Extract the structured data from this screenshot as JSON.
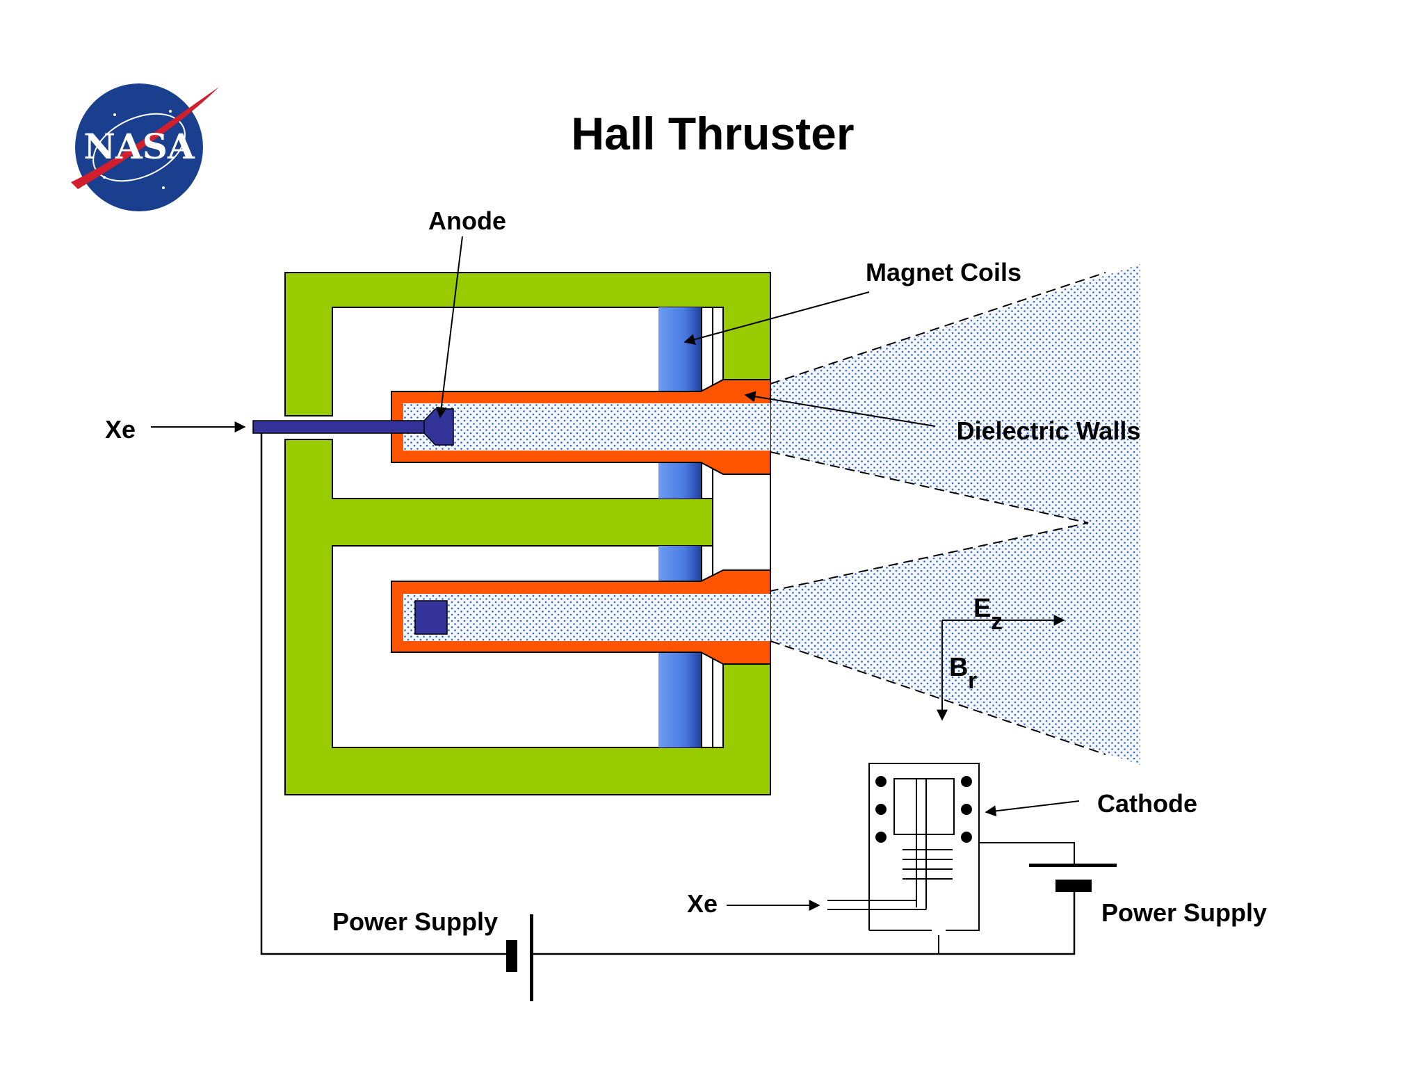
{
  "title": "Hall Thruster",
  "logo": {
    "text": "NASA",
    "colors": {
      "disc": "#1a3f8f",
      "swoosh": "#d21f2e",
      "text": "#ffffff"
    }
  },
  "labels": {
    "anode": "Anode",
    "magnet_coils": "Magnet Coils",
    "dielectric_walls": "Dielectric Walls",
    "xe_inlet": "Xe",
    "cathode": "Cathode",
    "cathode_xe": "Xe",
    "power_supply_main": "Power Supply",
    "power_supply_cathode": "Power Supply",
    "ez_main": "E",
    "ez_sub": "z",
    "br_main": "B",
    "br_sub": "r"
  },
  "colors": {
    "magnetic_circuit": "#99cc00",
    "dielectric_walls": "#ff5500",
    "magnet_coils": "#4d7fe6",
    "anode": "#333399",
    "plasma_dots": "#3366cc",
    "plasma_bg": "#eef3fb"
  }
}
